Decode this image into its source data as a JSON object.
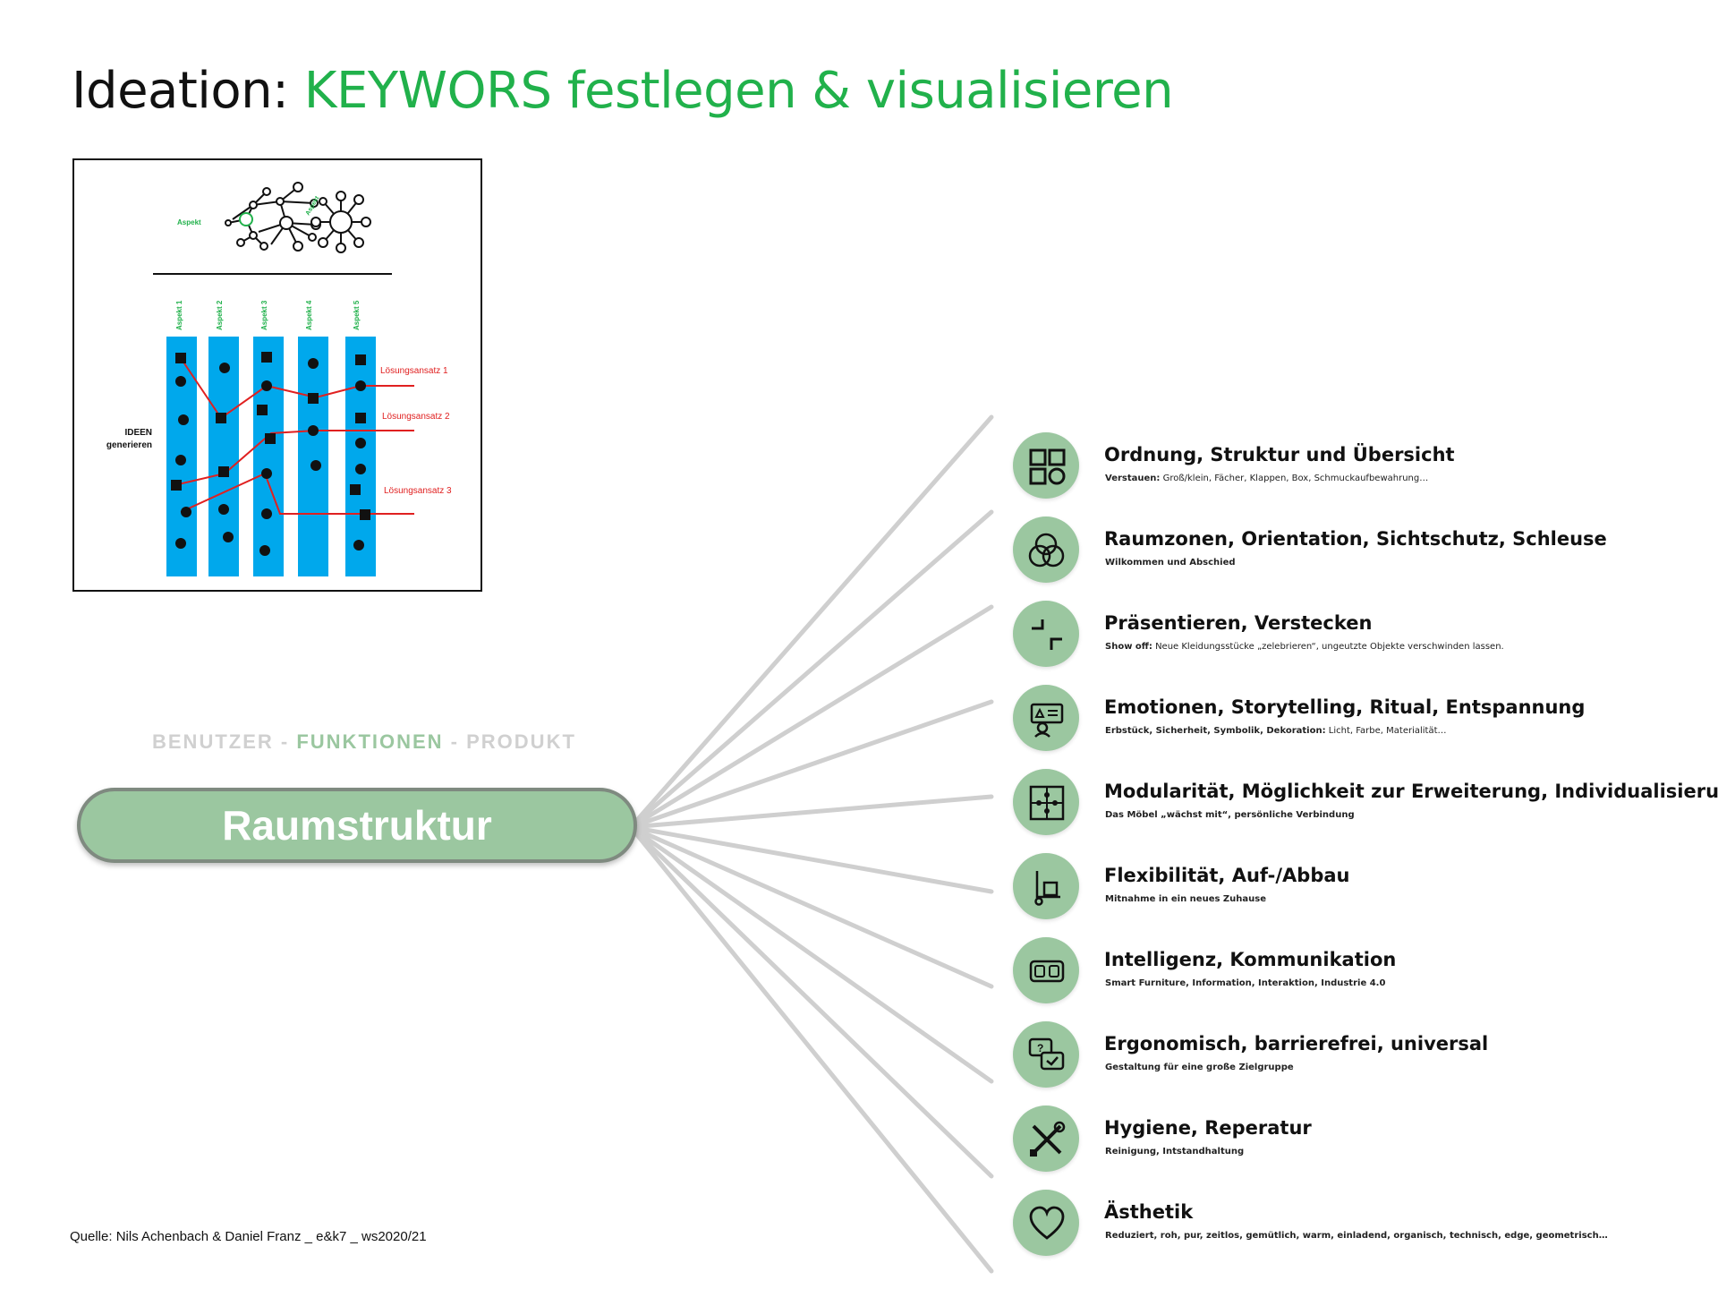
{
  "title": {
    "prefix": "Ideation: ",
    "accent": "KEYWORS festlegen & visualisieren"
  },
  "reference_figure": {
    "aspect_labels": [
      "Aspekt",
      "Aspekt"
    ],
    "columns": [
      "Aspekt 1",
      "Aspekt 2",
      "Aspekt 3",
      "Aspekt 4",
      "Aspekt 5"
    ],
    "side_label_line1": "IDEEN",
    "side_label_line2": "generieren",
    "solutions": [
      "Lösungsansatz 1",
      "Lösungsansatz 2",
      "Lösungsansatz 3"
    ],
    "column_color": "#00a8ec",
    "solution_color": "#e02020"
  },
  "subhead": {
    "left": "BENUTZER",
    "sep1": " - ",
    "middle": "FUNKTIONEN",
    "sep2": " - ",
    "right": "PRODUKT"
  },
  "center_node": {
    "label": "Raumstruktur"
  },
  "keywords": [
    {
      "icon": "grid-shapes-icon",
      "title": "Ordnung, Struktur und Übersicht",
      "bold": "Verstauen:",
      "text": " Groß/klein, Fächer, Klappen, Box, Schmuckaufbewahrung…"
    },
    {
      "icon": "venn-circles-icon",
      "title": "Raumzonen, Orientation, Sichtschutz, Schleuse",
      "bold": "Wilkommen und Abschied",
      "text": ""
    },
    {
      "icon": "crop-corners-icon",
      "title": "Präsentieren, Verstecken",
      "bold": "Show off:",
      "text": " Neue Kleidungsstücke „zelebrieren“, ungeutzte Objekte verschwinden lassen."
    },
    {
      "icon": "presentation-icon",
      "title": "Emotionen, Storytelling, Ritual, Entspannung",
      "bold": "Erbstück, Sicherheit, Symbolik, Dekoration:",
      "text": " Licht, Farbe, Materialität…"
    },
    {
      "icon": "puzzle-icon",
      "title": "Modularität, Möglichkeit zur Erweiterung, Individualisierung",
      "bold": "Das Möbel „wächst mit“, persönliche Verbindung",
      "text": ""
    },
    {
      "icon": "hand-truck-icon",
      "title": "Flexibilität, Auf-/Abbau",
      "bold": "Mitnahme in ein neues Zuhause",
      "text": ""
    },
    {
      "icon": "vr-headset-icon",
      "title": "Intelligenz, Kommunikation",
      "bold": "Smart Furniture, Information, Interaktion, Industrie 4.0",
      "text": ""
    },
    {
      "icon": "chat-question-icon",
      "title": "Ergonomisch, barrierefrei, universal",
      "bold": "Gestaltung für eine große Zielgruppe",
      "text": ""
    },
    {
      "icon": "tools-icon",
      "title": "Hygiene, Reperatur",
      "bold": "Reinigung, Intstandhaltung",
      "text": ""
    },
    {
      "icon": "heart-icon",
      "title": "Ästhetik",
      "bold": "Reduziert, roh, pur, zeitlos, gemütlich, warm, einladend, organisch, technisch, edge, geometrisch…",
      "text": ""
    }
  ],
  "source": "Quelle: Nils Achenbach & Daniel Franz _ e&k7 _ ws2020/21",
  "colors": {
    "accent_green": "#21b14b",
    "node_green": "#9bc7a0",
    "spoke_gray": "#cfcfcf"
  }
}
